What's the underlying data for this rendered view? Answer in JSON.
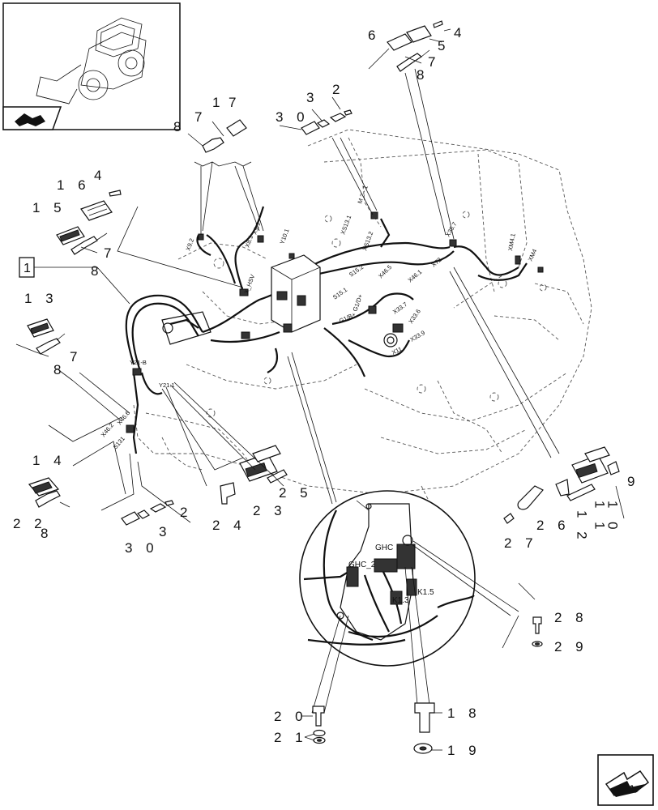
{
  "callouts": {
    "c2_top": "2",
    "c3_top": "3",
    "c30_top": "3 0",
    "c4_tr": "4",
    "c5": "5",
    "c6": "6",
    "c7_tr": "7",
    "c8_tr": "8",
    "c1_tl": "1",
    "c7_tl": "7",
    "c8_tl": "8",
    "c4_l": "4",
    "c16": "1 6",
    "c15": "1 5",
    "c7_l": "7",
    "c8_l": "8",
    "c13": "1 3",
    "c7_l2": "7",
    "c8_l2": "8",
    "c14": "1 4",
    "c22": "2 2",
    "c8_l3": "8",
    "c2_bl": "2",
    "c3_bl": "3",
    "c30_bl": "3 0",
    "c24": "2 4",
    "c23": "2 3",
    "c25": "2 5",
    "c9": "9",
    "c10": "1 0",
    "c11": "1 1",
    "c12": "1 2",
    "c26": "2 6",
    "c27": "2 7",
    "c28": "2 8",
    "c29": "2 9",
    "c20": "2 0",
    "c21": "2 1",
    "c18": "1 8",
    "c19": "1 9"
  },
  "ref_box_label": "1",
  "connectors": {
    "x9_2": "X9.2",
    "x9_1": "X9.1",
    "x8_1": "X8.1",
    "y10_1": "Y10.1",
    "x_hsv": "X_HSV",
    "xs13_1": "XS13.1",
    "xs13_2": "XS13.2",
    "m21": "M 2 - 1",
    "s15_2": "S15.2",
    "s15_1": "S15.1",
    "x46_5": "X46.5",
    "x46_1": "X46.1",
    "x72": "X72",
    "x35_7": "X35.7",
    "xm4_1": "XM4.1",
    "xm4": "XM4",
    "g1d": "G1/D+",
    "g1b": "G1/B+",
    "x33_7": "X33.7",
    "x33_6": "X33.6",
    "x33_9": "X33.9",
    "x11": "X11",
    "y21_b": "Y21-B",
    "y21_1": "Y21.1",
    "x46_2": "X46.2",
    "x46_6": "X46.6",
    "s131": "S131"
  },
  "detail_labels": {
    "ghc": "GHC",
    "ghc_2": "GHC_2",
    "k1_5": "K1.5",
    "k1_3": "K1.3"
  },
  "icons": {
    "thumbnail": "wheel-loader-thumbnail",
    "thumb_arrow": "section-arrow-icon",
    "next_page": "next-page-arrow-icon"
  }
}
